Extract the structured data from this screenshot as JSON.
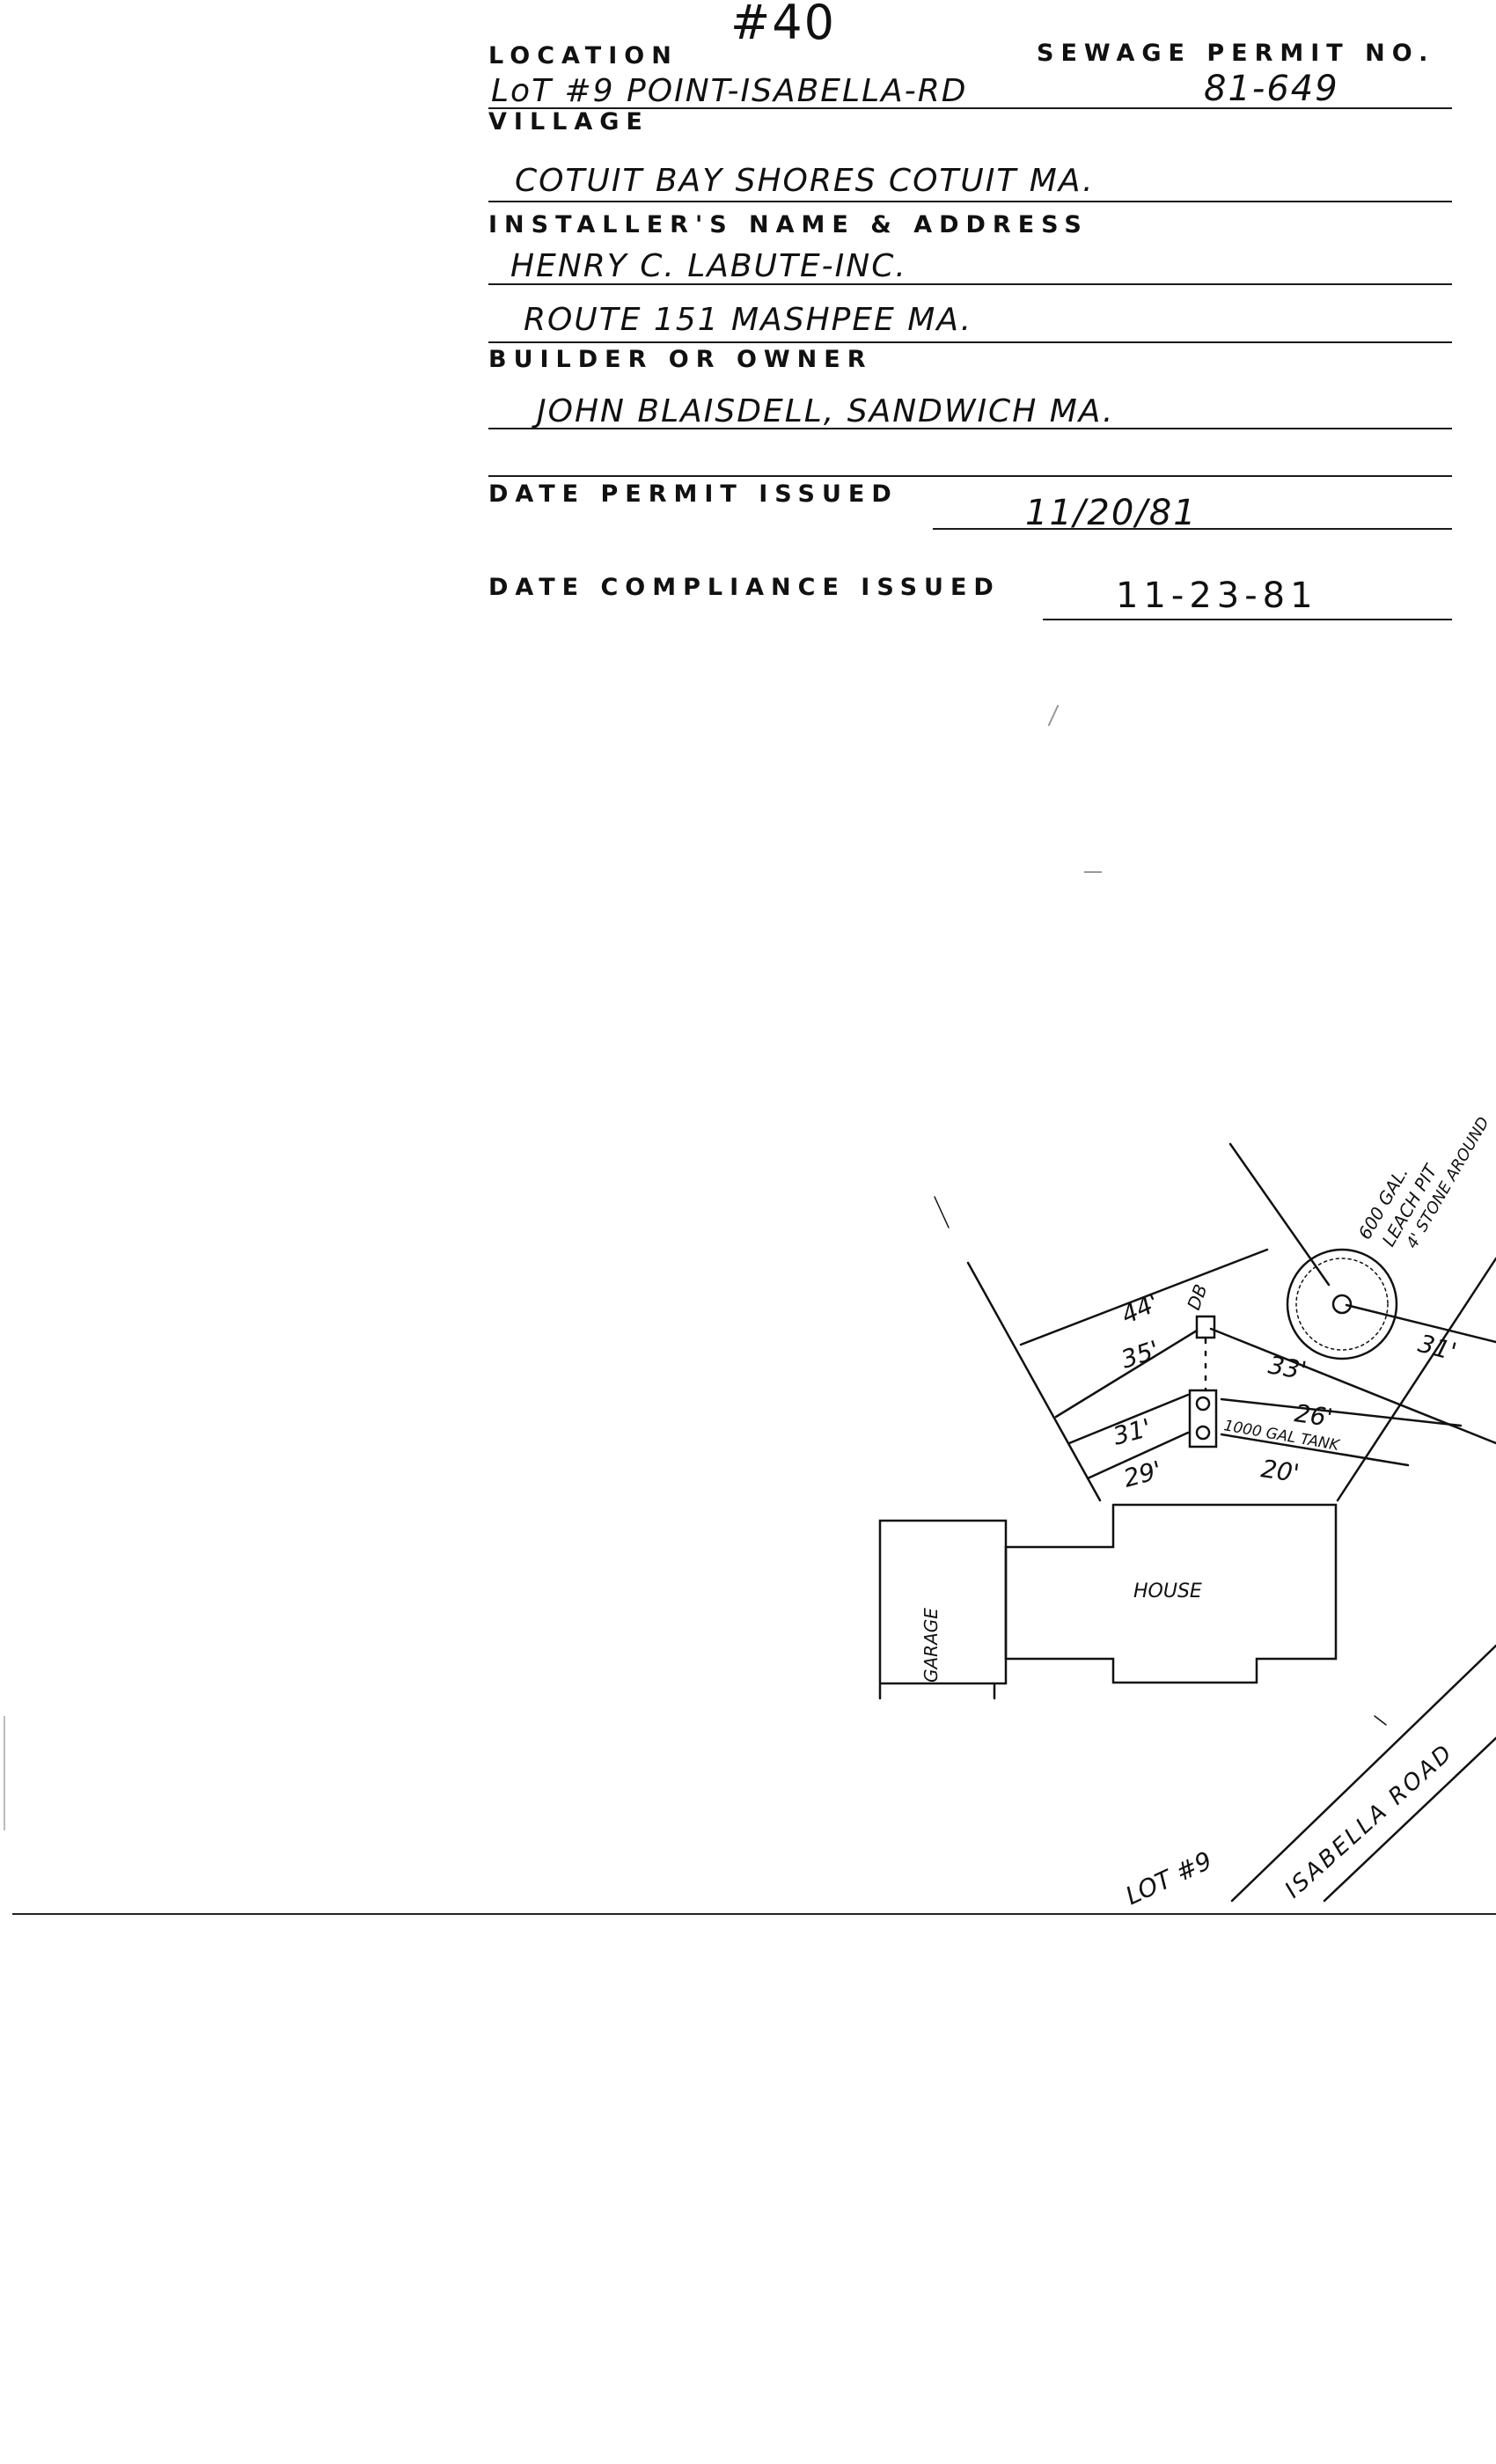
{
  "card": {
    "number": "#40",
    "location_label": "LOCATION",
    "permit_no_label": "SEWAGE PERMIT NO.",
    "location_value": "LoT #9 POINT-ISABELLA-RD",
    "permit_no_value": "81-649",
    "village_label": "VILLAGE",
    "village_value": "COTUIT BAY SHORES COTUIT MA.",
    "installer_label": "INSTALLER'S NAME & ADDRESS",
    "installer_name": "HENRY C. LABUTE-INC.",
    "installer_address": "ROUTE 151 MASHPEE MA.",
    "builder_label": "BUILDER OR OWNER",
    "builder_value": "JOHN BLAISDELL, SANDWICH MA.",
    "permit_date_label": "DATE PERMIT ISSUED",
    "permit_date_value": "11/20/81",
    "compliance_date_label": "DATE COMPLIANCE ISSUED",
    "compliance_date_value": "11-23-81"
  },
  "plan": {
    "leach_line1": "600 GAL.",
    "leach_line2": "LEACH PIT",
    "leach_line3": "4' STONE AROUND",
    "dim_44": "44'",
    "db_label": "DB",
    "dim_35": "35'",
    "dim_33": "33'",
    "dim_31_right": "31'",
    "dim_26": "26'",
    "dim_31_left": "31'",
    "tank_label": "1000 GAL TANK",
    "dim_29": "29'",
    "dim_20": "20'",
    "house_label": "HOUSE",
    "garage_label": "GARAGE",
    "road_label": "ISABELLA ROAD",
    "lot_label": "LOT #9"
  }
}
